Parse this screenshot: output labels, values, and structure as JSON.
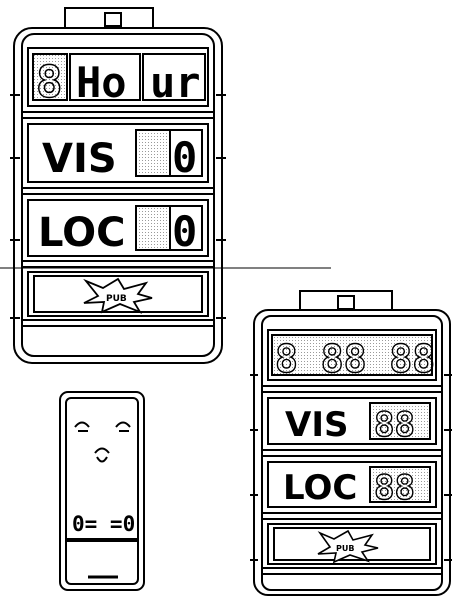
{
  "colors": {
    "ink": "#000000",
    "paper": "#ffffff",
    "shade": "#e8e8e8"
  },
  "scoreboard_main": {
    "display_top": {
      "digit_left": "8",
      "word_a": "Ho",
      "word_b": "ur"
    },
    "visitor": {
      "label": "VIS",
      "score_digit": "0"
    },
    "local": {
      "label": "LOC",
      "score_digit": "0"
    },
    "sponsor_badge": "PUB"
  },
  "scoreboard_secondary": {
    "display_top": {
      "digits": "8 88 88"
    },
    "visitor": {
      "label": "VIS",
      "score": "88"
    },
    "local": {
      "label": "LOC",
      "score": "88"
    },
    "sponsor_badge": "PUB"
  },
  "remote_control": {
    "icons": [
      "bulb-icon",
      "bulb-icon",
      "bulb-icon"
    ],
    "display": "0= =0"
  }
}
